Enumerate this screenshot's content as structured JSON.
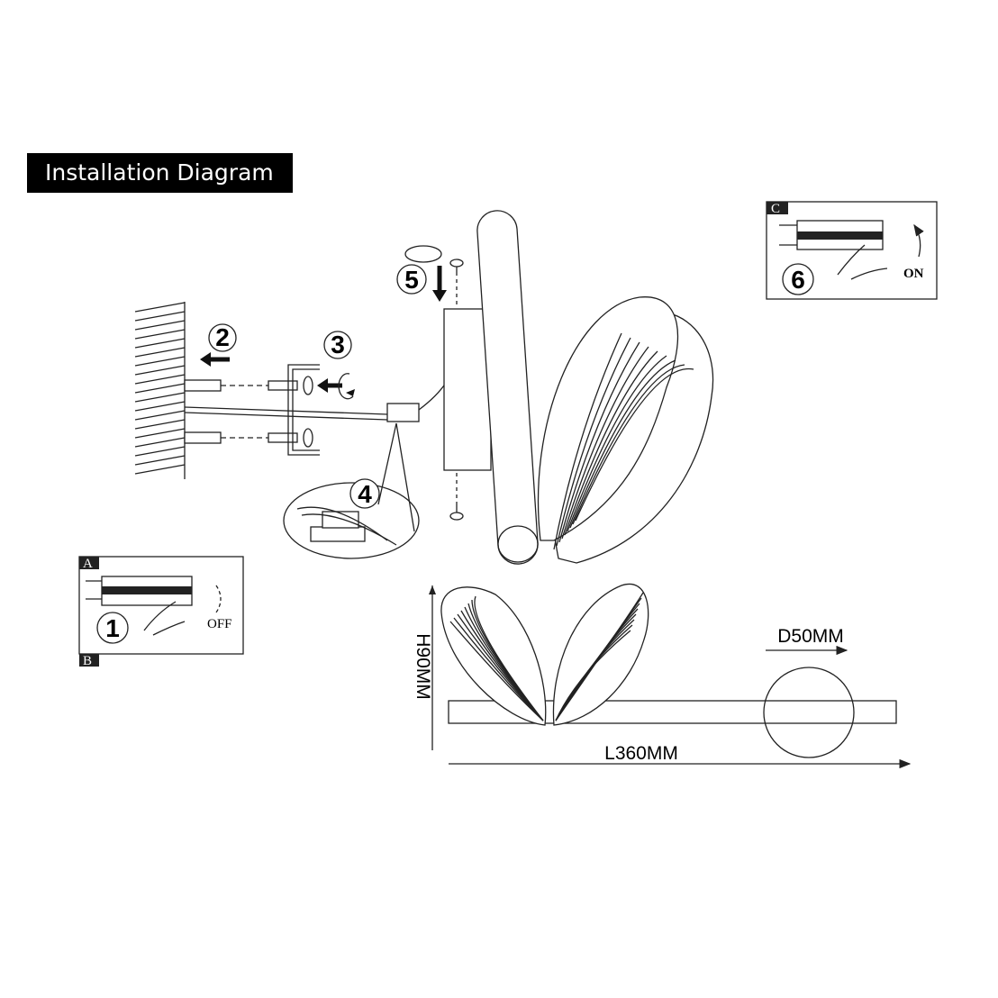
{
  "title": "Installation Diagram",
  "steps": [
    "1",
    "2",
    "3",
    "4",
    "5",
    "6"
  ],
  "panels": {
    "a_label": "A",
    "b_label": "B",
    "c_label": "C",
    "off_label": "OFF",
    "on_label": "ON"
  },
  "dimensions": {
    "height": "H90MM",
    "length": "L360MM",
    "diameter": "D50MM"
  }
}
